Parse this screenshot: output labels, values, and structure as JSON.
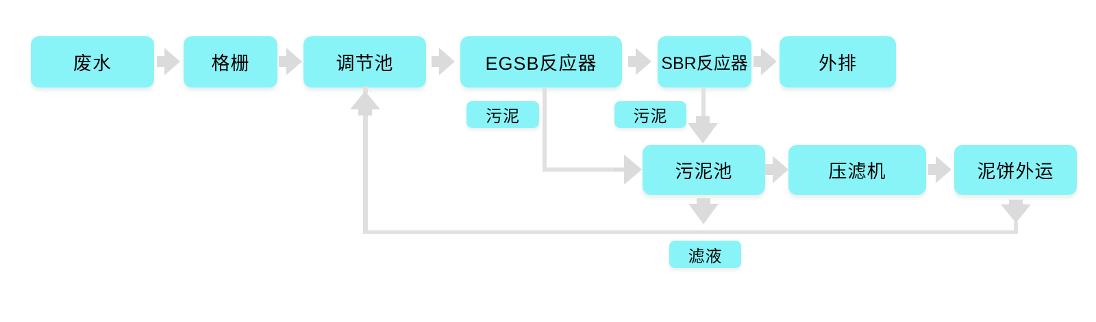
{
  "colors": {
    "node_fill": "#89F4F8",
    "connector": "#DBDBDB",
    "line": "#E0E0E0",
    "text": "#000000",
    "background": "#FFFFFF"
  },
  "flowchart": {
    "type": "process-flow-diagram",
    "nodes": [
      {
        "id": "wastewater",
        "label": "废水"
      },
      {
        "id": "bar-screen",
        "label": "格栅"
      },
      {
        "id": "regulating-tank",
        "label": "调节池"
      },
      {
        "id": "egsb-reactor",
        "label": "EGSB反应器"
      },
      {
        "id": "sbr-reactor",
        "label": "SBR反应器"
      },
      {
        "id": "discharge",
        "label": "外排"
      },
      {
        "id": "sludge-tank",
        "label": "污泥池"
      },
      {
        "id": "filter-press",
        "label": "压滤机"
      },
      {
        "id": "sludge-cake-out",
        "label": "泥饼外运"
      }
    ],
    "tags": [
      {
        "id": "sludge-from-egsb",
        "label": "污泥"
      },
      {
        "id": "sludge-from-sbr",
        "label": "污泥"
      },
      {
        "id": "filtrate",
        "label": "滤液"
      }
    ],
    "edges": [
      {
        "from": "废水",
        "to": "格栅"
      },
      {
        "from": "格栅",
        "to": "调节池"
      },
      {
        "from": "调节池",
        "to": "EGSB反应器"
      },
      {
        "from": "EGSB反应器",
        "to": "SBR反应器"
      },
      {
        "from": "SBR反应器",
        "to": "外排"
      },
      {
        "from": "EGSB反应器",
        "to": "污泥池",
        "label": "污泥"
      },
      {
        "from": "SBR反应器",
        "to": "污泥池",
        "label": "污泥"
      },
      {
        "from": "污泥池",
        "to": "压滤机"
      },
      {
        "from": "压滤机",
        "to": "泥饼外运"
      },
      {
        "from": "污泥池",
        "to": "调节池",
        "label": "滤液"
      },
      {
        "from": "泥饼外运",
        "to": "调节池",
        "label": "滤液"
      }
    ]
  }
}
